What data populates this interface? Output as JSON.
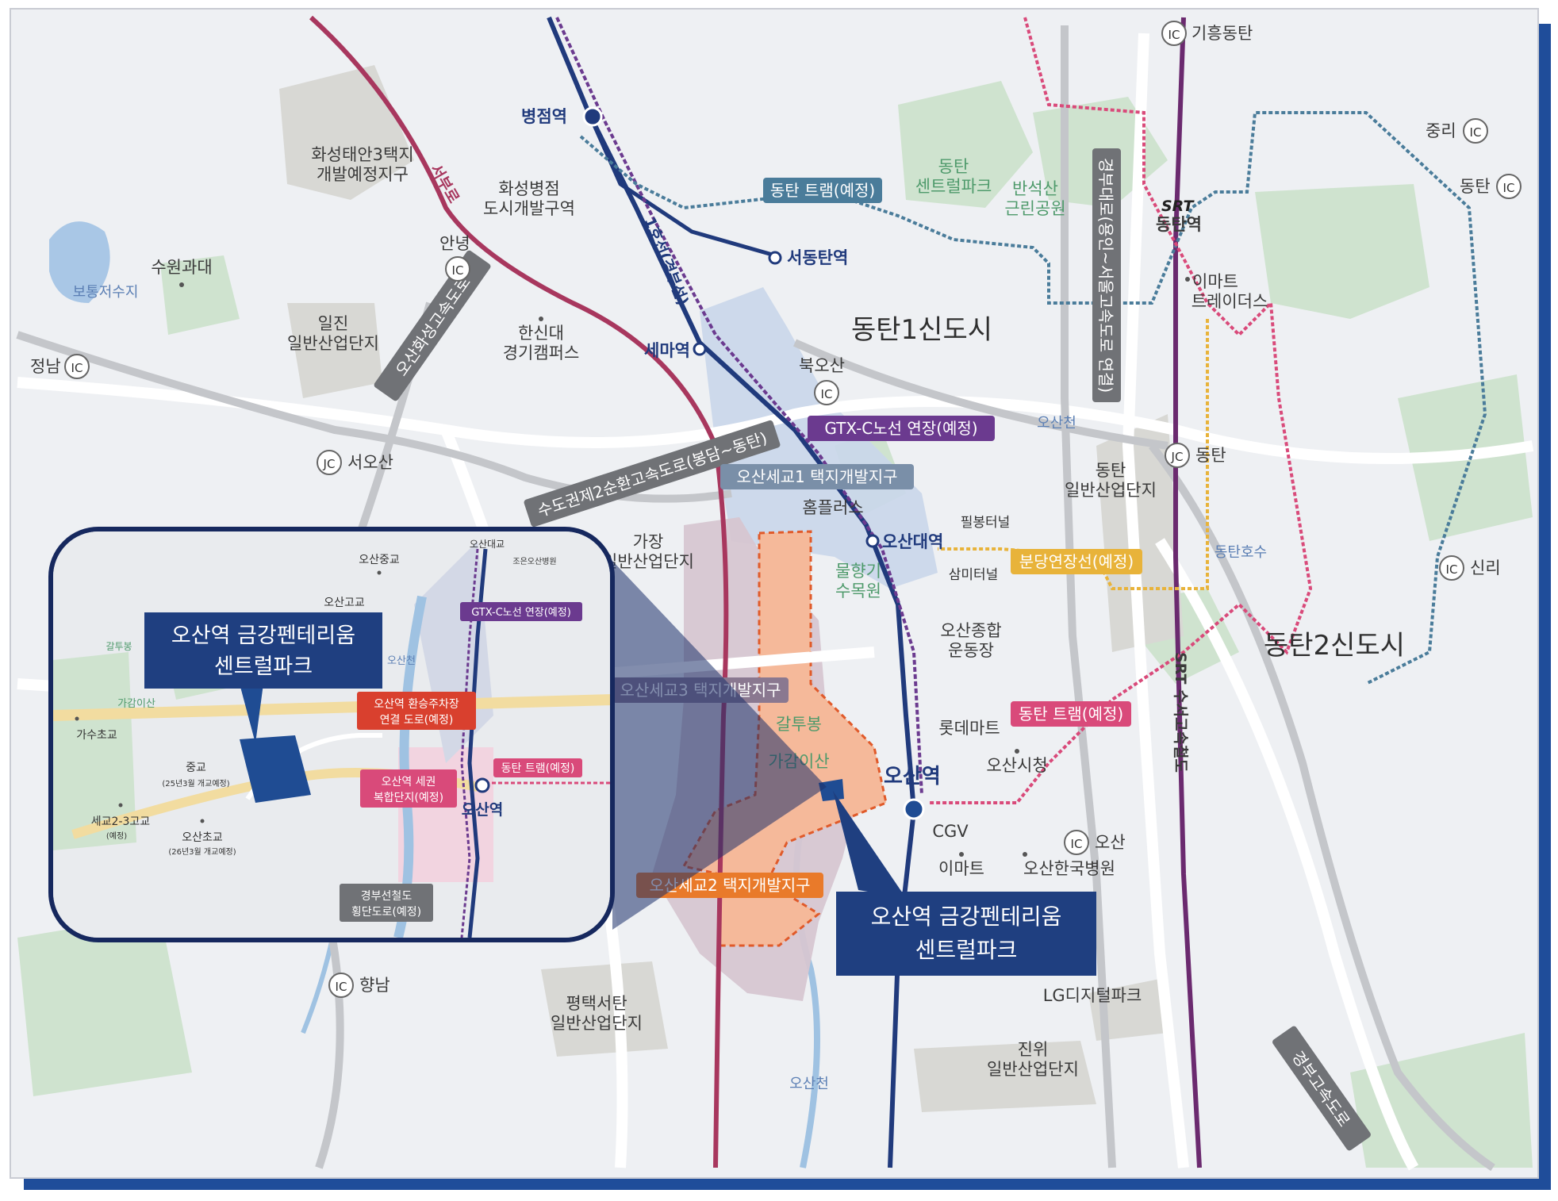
{
  "map": {
    "stations": {
      "byeongjeom": "병점역",
      "seodongtan": "서동탄역",
      "sema": "세마역",
      "osan_univ": "오산대역",
      "osan": "오산역",
      "srt_dongtan_brand": "SRT",
      "srt_dongtan": "동탄역"
    },
    "interchanges": {
      "ic_badge": "IC",
      "jc_badge": "JC",
      "giheung_dongtan": "기흥동탄",
      "jungri": "중리",
      "dongtan": "동탄",
      "anyeong": "안녕",
      "jeongnam": "정남",
      "bukosan": "북오산",
      "seoosan": "서오산",
      "dongtan_jc": "동탄",
      "sinri": "신리",
      "osan": "오산",
      "hyangnam": "향남"
    },
    "areas": {
      "hwaseong_taean3": "화성태안3택지",
      "hwaseong_taean3_b": "개발예정지구",
      "byeongjeom_dev": "화성병점",
      "byeongjeom_dev_b": "도시개발구역",
      "suwon_univ": "수원과대",
      "ilijin": "일진",
      "ilijin_b": "일반산업단지",
      "hanshin": "한신대",
      "hanshin_b": "경기캠퍼스",
      "dongtan1": "동탄1신도시",
      "dongtan2": "동탄2신도시",
      "dongtan_park": "동탄",
      "dongtan_park_b": "센트럴파크",
      "bansuksan": "반석산",
      "bansuksan_b": "근린공원",
      "emart_traders": "이마트",
      "emart_traders_b": "트레이더스",
      "dongtan_industrial": "동탄",
      "dongtan_industrial_b": "일반산업단지",
      "gajang": "가장",
      "gajang_b": "일반산업단지",
      "homeplus": "홈플러스",
      "mulhyang": "물향기",
      "mulhyang_b": "수목원",
      "samil_tunnel": "삼미터널",
      "pilbong_tunnel": "필봉터널",
      "dongtan_lake": "동탄호수",
      "osan_stadium": "오산종합",
      "osan_stadium_b": "운동장",
      "lotte_mart": "롯데마트",
      "osan_cityhall": "오산시청",
      "cgv": "CGV",
      "emart": "이마트",
      "osan_hospital": "오산한국병원",
      "lg_digital": "LG디지털파크",
      "jinwi": "진위",
      "jinwi_b": "일반산업단지",
      "pyeongtaek": "평택서탄",
      "pyeongtaek_b": "일반산업단지",
      "gaktubong": "갈투봉",
      "gagamisan": "가감이산",
      "bohong": "보통저수지",
      "osancheon_1": "오산천",
      "osancheon_2": "오산천"
    },
    "road_labels": {
      "seobu": "서부로",
      "line1": "1호선(경부선)",
      "osan_hwaseong": "오산화성고속도로",
      "ring2": "수도권제2순환고속도로(봉담~동탄)",
      "gyeongbu_daero": "경부대로(용인~서울고속도로 연결)",
      "srt_line": "SRT 수서고속철도",
      "gyeongbu_expy": "경부고속도로"
    },
    "tags": {
      "tram_north": "동탄 트램(예정)",
      "gtx_c": "GTX-C노선 연장(예정)",
      "seogyo1": "오산세교1 택지개발지구",
      "bundang": "분당연장선(예정)",
      "seogyo3": "오산세교3 택지개발지구",
      "tram_south": "동탄 트램(예정)",
      "seogyo2": "오산세교2 택지개발지구",
      "project_line1": "오산역 금강펜테리움",
      "project_line2": "센트럴파크"
    }
  },
  "inset": {
    "project_line1": "오산역 금강펜테리움",
    "project_line2": "센트럴파크",
    "gtx_tag": "GTX-C노선 연장(예정)",
    "transfer_line1": "오산역 환승주차장",
    "transfer_line2": "연결 도로(예정)",
    "complex_line1": "오산역 세권",
    "complex_line2": "복합단지(예정)",
    "tram_tag": "동탄 트램(예정)",
    "station": "오산역",
    "crossing_line1": "경부선철도",
    "crossing_line2": "횡단도로(예정)",
    "schools": {
      "osan_ms": "오산중교",
      "osan_hs": "오산고교",
      "osan_elem_top": "오산대교",
      "joeun": "조은오산병원",
      "gaktubong": "갈투봉",
      "gagamisan": "가감이산",
      "gasu_es": "가수초교",
      "jung_ms": "중교",
      "jung_ms_note": "(25년3월 개교예정)",
      "segyo_hs": "세교2-3고교",
      "segyo_hs_note": "(예정)",
      "osan_es": "오산초교",
      "osan_es_note": "(26년3월 개교예정)",
      "osancheon": "오산천"
    }
  },
  "colors": {
    "brand_navy": "#1f4d9a",
    "project_blue": "#1f4c93",
    "gtx_purple": "#6b3a8f",
    "tram_teal": "#4a7c9a",
    "tram_pink": "#d94a7a",
    "bundang_yellow": "#e8b33a",
    "seogyo2_orange": "#e97a2a",
    "seobu_road": "#a8375e",
    "line1_navy": "#203a7c"
  }
}
